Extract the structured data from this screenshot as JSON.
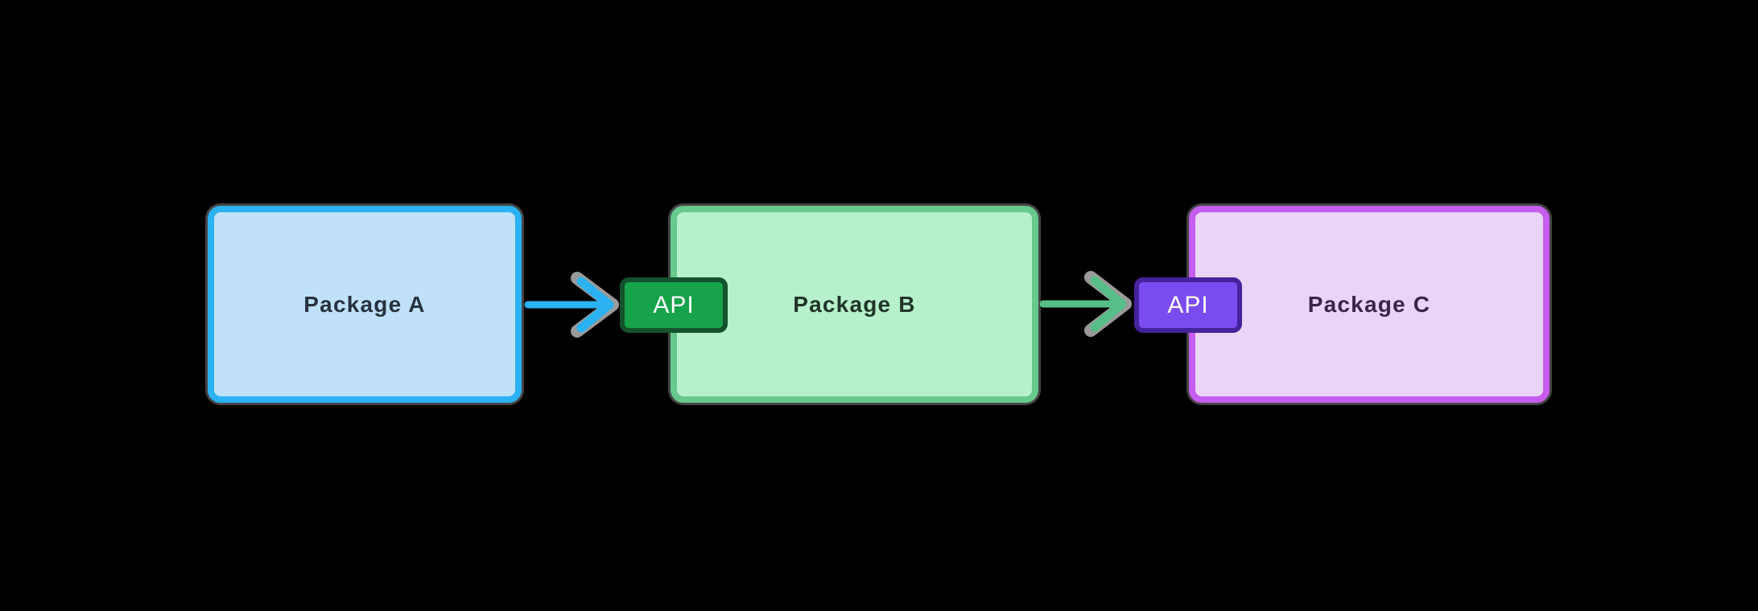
{
  "canvas": {
    "background": "#000000",
    "shadow_color": "#9a9a9a"
  },
  "nodes": [
    {
      "id": "package-a",
      "label": "Package A",
      "fill": "#bfe2fa",
      "border": "#2bb2f2",
      "text_color": "#28323f"
    },
    {
      "id": "package-b",
      "label": "Package B",
      "fill": "#b7f1cc",
      "border": "#67c98c",
      "text_color": "#213529"
    },
    {
      "id": "package-c",
      "label": "Package C",
      "fill": "#e9d5f8",
      "border": "#c65def",
      "text_color": "#37284a"
    }
  ],
  "edges": [
    {
      "from": "package-a",
      "to": "package-b",
      "color": "#2bb2f2",
      "badge": {
        "label": "API",
        "fill": "#16a34a",
        "border": "#14532d",
        "text_color": "#ffffff"
      }
    },
    {
      "from": "package-b",
      "to": "package-c",
      "color": "#57bd89",
      "badge": {
        "label": "API",
        "fill": "#7a4cf0",
        "border": "#45239d",
        "text_color": "#ffffff"
      }
    }
  ]
}
